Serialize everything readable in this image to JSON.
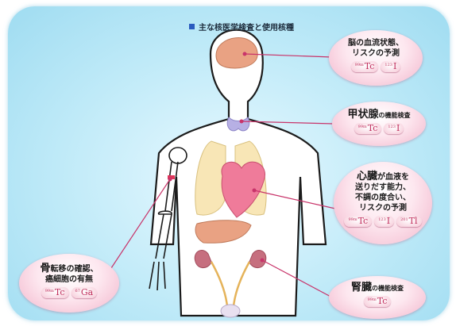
{
  "title": "主な核医学検査と使用核種",
  "callouts": [
    {
      "id": "brain",
      "line1": "脳の血流状態、",
      "line2": "リスクの予測",
      "chips": [
        {
          "mass": "99m",
          "symbol": "Tc"
        },
        {
          "mass": "123",
          "symbol": "I"
        }
      ]
    },
    {
      "id": "thyroid",
      "organ": "甲状腺",
      "suffix": "の機能検査",
      "chips": [
        {
          "mass": "99m",
          "symbol": "Tc"
        },
        {
          "mass": "123",
          "symbol": "I"
        }
      ]
    },
    {
      "id": "heart",
      "organ": "心臓",
      "line1_rest": "が血液を",
      "line2": "送りだす能力、",
      "line3": "不調の度合い、",
      "line4": "リスクの予測",
      "chips": [
        {
          "mass": "99m",
          "symbol": "Tc"
        },
        {
          "mass": "123",
          "symbol": "I"
        },
        {
          "mass": "201",
          "symbol": "Tl"
        }
      ]
    },
    {
      "id": "kidney",
      "organ": "腎臓",
      "suffix": "の機能検査",
      "chips": [
        {
          "mass": "99m",
          "symbol": "Tc"
        }
      ]
    },
    {
      "id": "bone",
      "organ": "骨",
      "line1_rest": "転移の確認、",
      "line2": "癌細胞の有無",
      "chips": [
        {
          "mass": "99m",
          "symbol": "Tc"
        },
        {
          "mass": "67",
          "symbol": "Ga"
        }
      ]
    }
  ],
  "colors": {
    "title_square": "#2a5bbf",
    "leader_line": "#c8346a",
    "chip_text": "#c0305e",
    "callout_fill": "#f2b5cb"
  }
}
